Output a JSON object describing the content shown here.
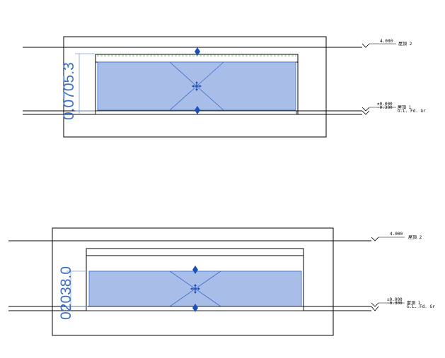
{
  "views": [
    {
      "id": "upper",
      "dimension_value": "0.0705.3",
      "levels": [
        {
          "elevation": "4.000",
          "name": "屋頂 2"
        },
        {
          "elevation": "±0.000\n-0.300",
          "name": "屋頂 1\nG.L. Fd. Gr"
        }
      ]
    },
    {
      "id": "lower",
      "dimension_value": "02038.0",
      "levels": [
        {
          "elevation": "4.000",
          "name": "屋頂 2"
        },
        {
          "elevation": "±0.000\n-0.300",
          "name": "屋頂 1\nG.L. Fd. Gr"
        }
      ]
    }
  ],
  "colors": {
    "glass_fill": "#a9bde9",
    "dimension": "#3a6fc8",
    "grip": "#1d4fb8",
    "line": "#000000",
    "dash_green": "#5aa15a"
  },
  "icons": [
    "flip-arrows-icon",
    "move-icon"
  ]
}
